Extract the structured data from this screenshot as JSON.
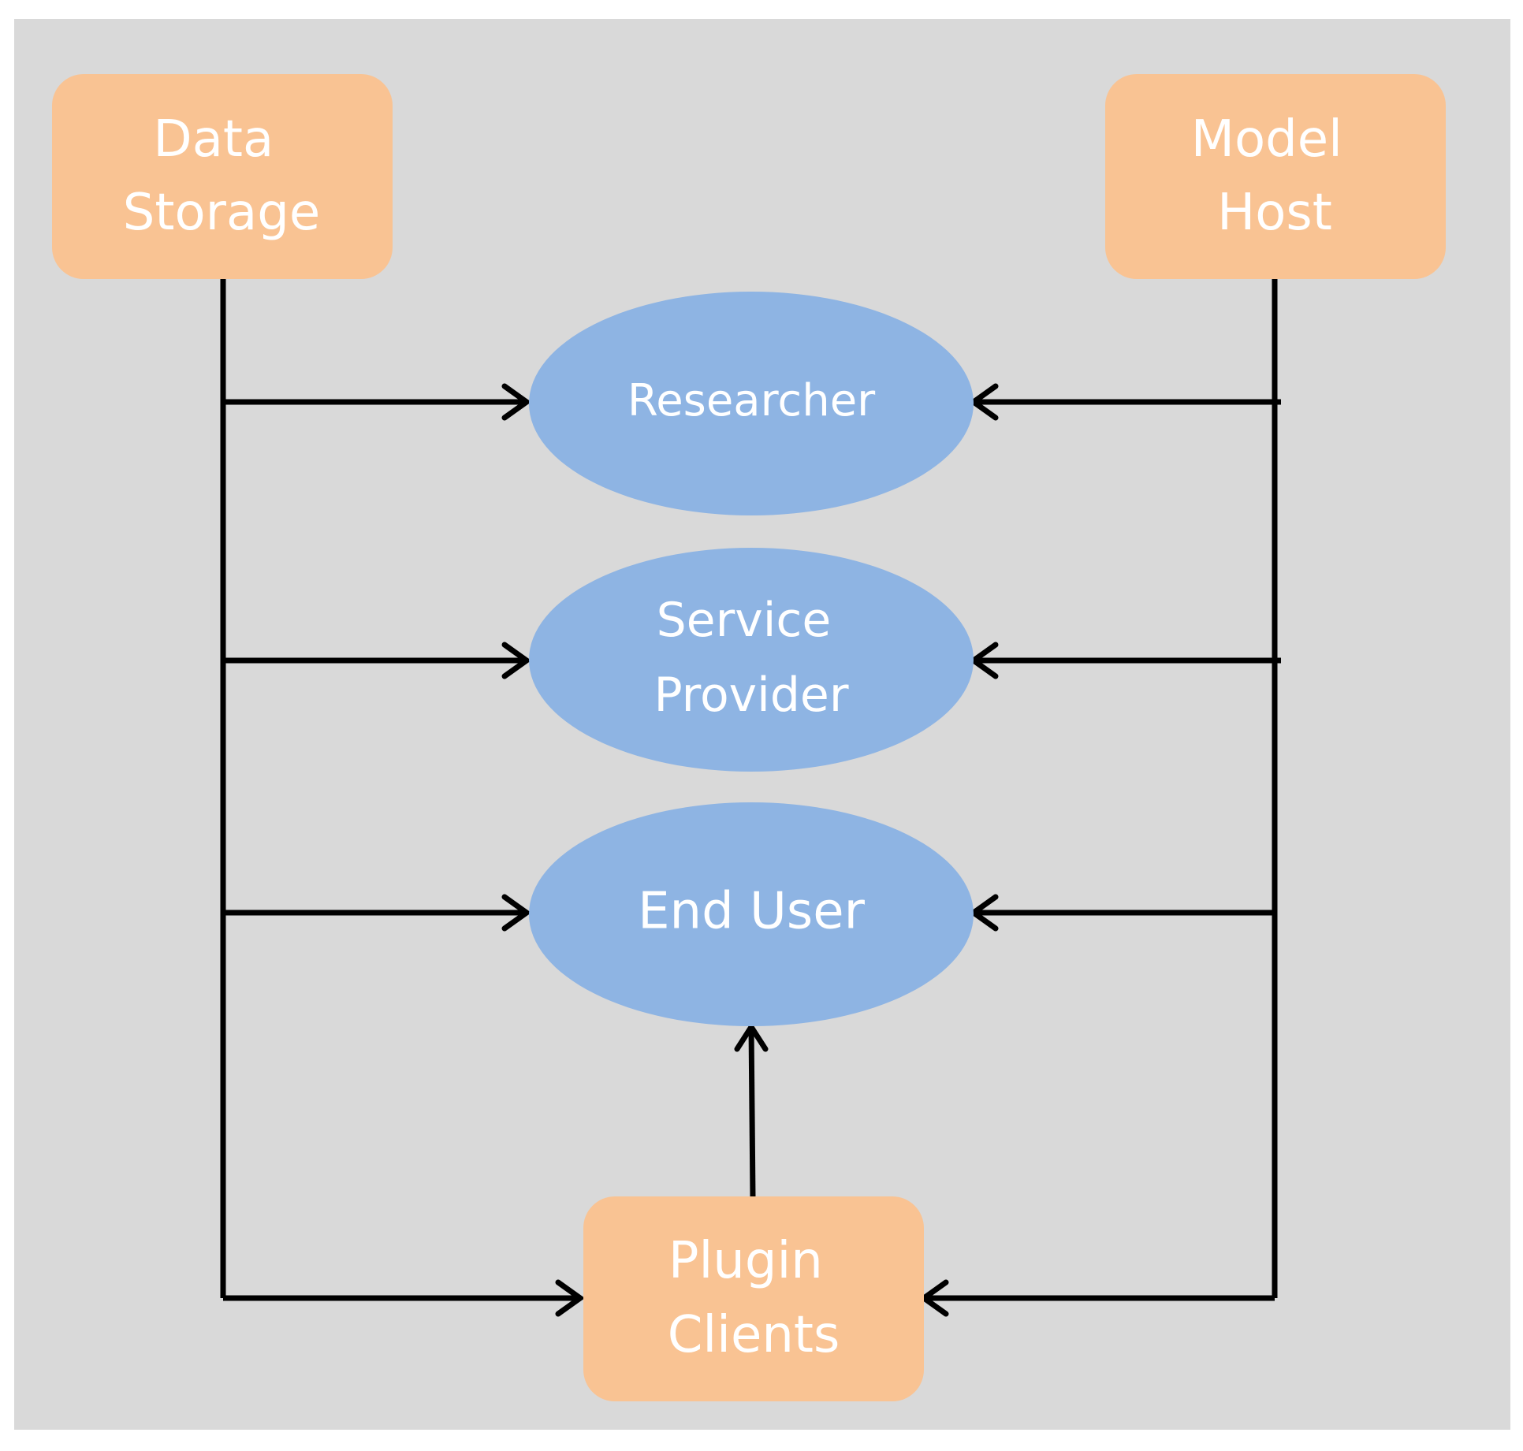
{
  "diagram": {
    "background_color": "#D9D9D9",
    "box_color": "#F9C393",
    "ellipse_color": "#8EB4E3",
    "text_color": "#FFFFFF",
    "line_color": "#000000",
    "nodes": {
      "data_storage": {
        "shape": "rounded-rectangle",
        "lines": [
          "Data",
          "Storage"
        ]
      },
      "model_host": {
        "shape": "rounded-rectangle",
        "lines": [
          "Model",
          "Host"
        ]
      },
      "researcher": {
        "shape": "ellipse",
        "lines": [
          "Researcher"
        ]
      },
      "service_provider": {
        "shape": "ellipse",
        "lines": [
          "Service",
          "Provider"
        ]
      },
      "end_user": {
        "shape": "ellipse",
        "lines": [
          "End User"
        ]
      },
      "plugin_clients": {
        "shape": "rounded-rectangle",
        "lines": [
          "Plugin",
          "Clients"
        ]
      }
    },
    "edges": [
      {
        "from": "data_storage",
        "to": "researcher"
      },
      {
        "from": "data_storage",
        "to": "service_provider"
      },
      {
        "from": "data_storage",
        "to": "end_user"
      },
      {
        "from": "data_storage",
        "to": "plugin_clients"
      },
      {
        "from": "model_host",
        "to": "researcher"
      },
      {
        "from": "model_host",
        "to": "service_provider"
      },
      {
        "from": "model_host",
        "to": "end_user"
      },
      {
        "from": "model_host",
        "to": "plugin_clients"
      },
      {
        "from": "plugin_clients",
        "to": "end_user"
      }
    ]
  }
}
